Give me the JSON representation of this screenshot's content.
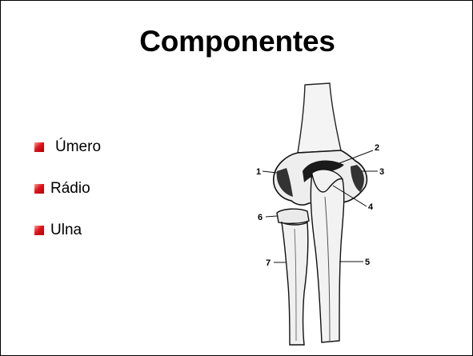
{
  "slide": {
    "title": "Componentes",
    "bullets": [
      {
        "label": "Úmero"
      },
      {
        "label": "Rádio"
      },
      {
        "label": "Ulna"
      }
    ]
  },
  "figure": {
    "callouts": [
      "1",
      "2",
      "3",
      "4",
      "5",
      "6",
      "7"
    ],
    "bullet_color": "#e0151b"
  }
}
